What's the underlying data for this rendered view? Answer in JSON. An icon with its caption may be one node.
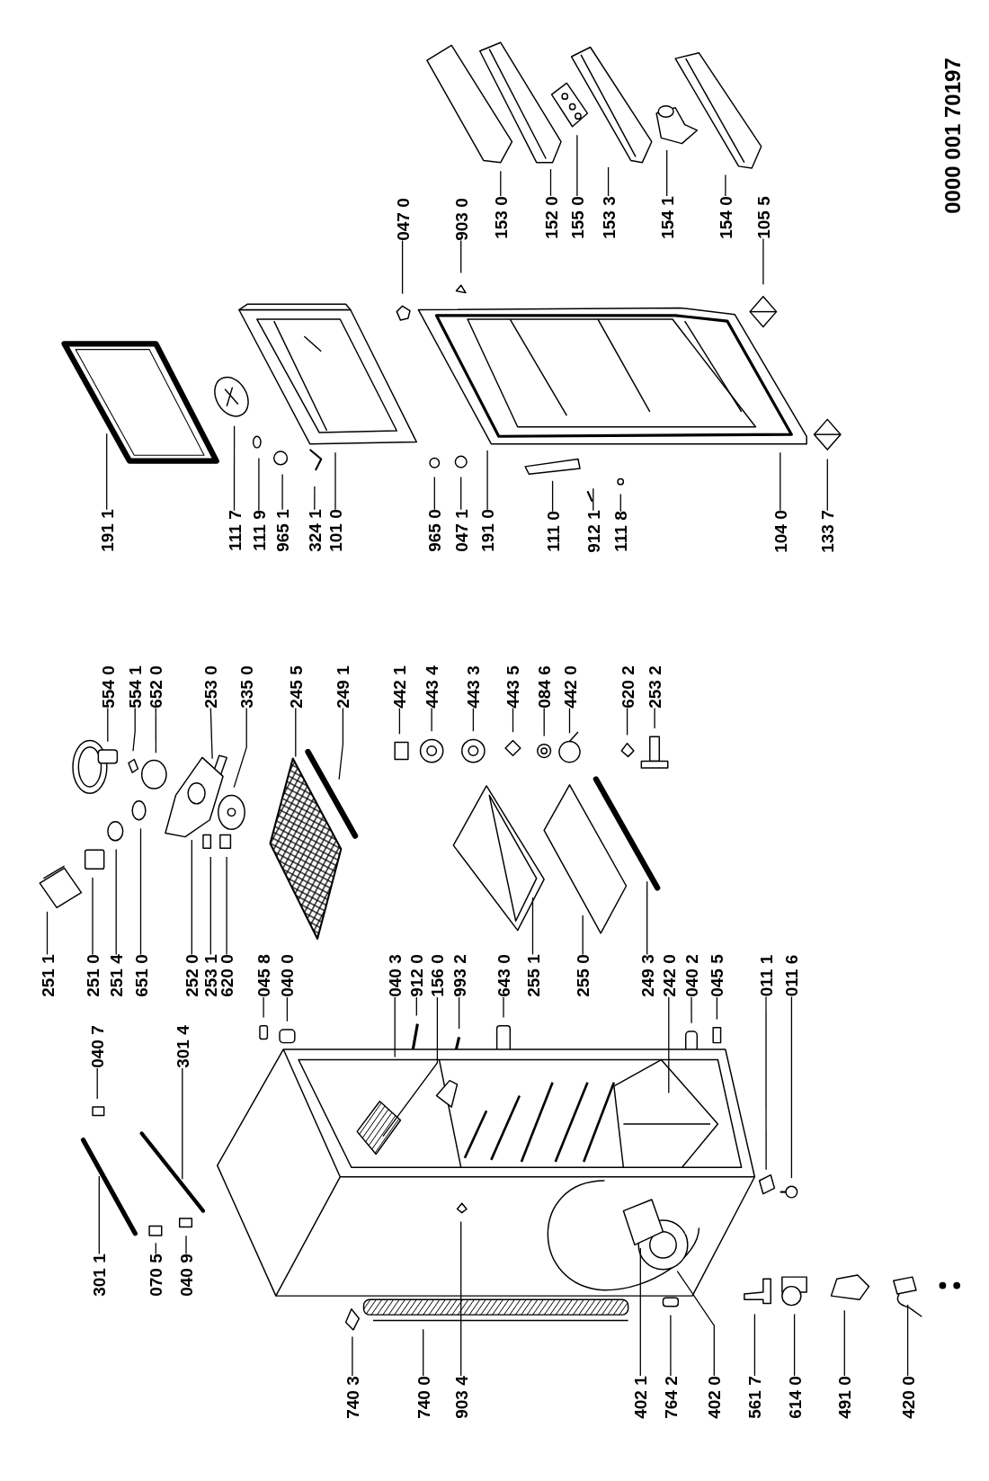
{
  "diagram": {
    "nodes": [
      {
        "text": [
          "191 1"
        ]
      },
      {
        "text": [
          "111 7"
        ]
      },
      {
        "text": [
          "111 9"
        ]
      },
      {
        "text": [
          "965 1"
        ]
      },
      {
        "text": [
          "324 1"
        ]
      },
      {
        "text": [
          "101 0"
        ]
      },
      {
        "text": [
          "965 0"
        ]
      },
      {
        "text": [
          "047 1"
        ]
      },
      {
        "text": [
          "191 0"
        ]
      },
      {
        "text": [
          "111 0"
        ]
      },
      {
        "text": [
          "912 1"
        ]
      },
      {
        "text": [
          "111 8"
        ]
      },
      {
        "text": [
          "104 0"
        ]
      },
      {
        "text": [
          "133 7"
        ]
      },
      {
        "text": [
          "047 0"
        ]
      },
      {
        "text": [
          "903 0"
        ]
      },
      {
        "text": [
          "153 0"
        ]
      },
      {
        "text": [
          "152 0"
        ]
      },
      {
        "text": [
          "155 0"
        ]
      },
      {
        "text": [
          "153 3"
        ]
      },
      {
        "text": [
          "154 1"
        ]
      },
      {
        "text": [
          "154 0"
        ]
      },
      {
        "text": [
          "105 5"
        ]
      },
      {
        "text": [
          "554 0"
        ]
      },
      {
        "text": [
          "554 1"
        ]
      },
      {
        "text": [
          "652 0"
        ]
      },
      {
        "text": [
          "253 0"
        ]
      },
      {
        "text": [
          "335 0"
        ]
      },
      {
        "text": [
          "245 5"
        ]
      },
      {
        "text": [
          "249 1"
        ]
      },
      {
        "text": [
          "442 1"
        ]
      },
      {
        "text": [
          "443 4"
        ]
      },
      {
        "text": [
          "443 3"
        ]
      },
      {
        "text": [
          "443 5"
        ]
      },
      {
        "text": [
          "084 6"
        ]
      },
      {
        "text": [
          "442 0"
        ]
      },
      {
        "text": [
          "620 2"
        ]
      },
      {
        "text": [
          "253 2"
        ]
      },
      {
        "text": [
          "251 1"
        ]
      },
      {
        "text": [
          "251 0"
        ]
      },
      {
        "text": [
          "251 4"
        ]
      },
      {
        "text": [
          "651 0"
        ]
      },
      {
        "text": [
          "252 0"
        ]
      },
      {
        "text": [
          "253 1"
        ]
      },
      {
        "text": [
          "620 0"
        ]
      },
      {
        "text": [
          "045 8"
        ]
      },
      {
        "text": [
          "040 0"
        ]
      },
      {
        "text": [
          "040 3"
        ]
      },
      {
        "text": [
          "912 0"
        ]
      },
      {
        "text": [
          "156 0"
        ]
      },
      {
        "text": [
          "993 2"
        ]
      },
      {
        "text": [
          "643 0"
        ]
      },
      {
        "text": [
          "255 1"
        ]
      },
      {
        "text": [
          "255 0"
        ]
      },
      {
        "text": [
          "249 3"
        ]
      },
      {
        "text": [
          "242 0"
        ]
      },
      {
        "text": [
          "040 2"
        ]
      },
      {
        "text": [
          "045 5"
        ]
      },
      {
        "text": [
          "011 1"
        ]
      },
      {
        "text": [
          "011 6"
        ]
      },
      {
        "text": [
          "301 1"
        ]
      },
      {
        "text": [
          "070 5"
        ]
      },
      {
        "text": [
          "040 9"
        ]
      },
      {
        "text": [
          "040 7"
        ]
      },
      {
        "text": [
          "301 4"
        ]
      },
      {
        "text": [
          "740 3"
        ]
      },
      {
        "text": [
          "740 0"
        ]
      },
      {
        "text": [
          "903 4"
        ]
      },
      {
        "text": [
          "402 1"
        ]
      },
      {
        "text": [
          "764 2"
        ]
      },
      {
        "text": [
          "402 0"
        ]
      },
      {
        "text": [
          "561 7"
        ]
      },
      {
        "text": [
          "614 0"
        ]
      },
      {
        "text": [
          "491 0"
        ]
      },
      {
        "text": [
          "420 0"
        ]
      }
    ],
    "edges": [
      {
        "from": 0,
        "to": null,
        "arrow": "none"
      },
      {
        "from": 1,
        "to": null,
        "arrow": "none"
      },
      {
        "from": 2,
        "to": null,
        "arrow": "none"
      },
      {
        "from": 3,
        "to": null,
        "arrow": "none"
      },
      {
        "from": 4,
        "to": null,
        "arrow": "none"
      },
      {
        "from": 5,
        "to": null,
        "arrow": "none"
      },
      {
        "from": 6,
        "to": null,
        "arrow": "none"
      },
      {
        "from": 7,
        "to": null,
        "arrow": "none"
      },
      {
        "from": 8,
        "to": null,
        "arrow": "none"
      },
      {
        "from": 9,
        "to": null,
        "arrow": "none"
      },
      {
        "from": 10,
        "to": null,
        "arrow": "none"
      },
      {
        "from": 11,
        "to": null,
        "arrow": "none"
      },
      {
        "from": 12,
        "to": null,
        "arrow": "none"
      },
      {
        "from": 13,
        "to": null,
        "arrow": "none"
      },
      {
        "from": 14,
        "to": null,
        "arrow": "none"
      },
      {
        "from": 15,
        "to": null,
        "arrow": "none"
      },
      {
        "from": 16,
        "to": null,
        "arrow": "none"
      },
      {
        "from": 17,
        "to": null,
        "arrow": "none"
      },
      {
        "from": 18,
        "to": null,
        "arrow": "none"
      },
      {
        "from": 19,
        "to": null,
        "arrow": "none"
      },
      {
        "from": 20,
        "to": null,
        "arrow": "none"
      },
      {
        "from": 21,
        "to": null,
        "arrow": "none"
      },
      {
        "from": 22,
        "to": null,
        "arrow": "none"
      },
      {
        "from": 23,
        "to": null,
        "arrow": "none"
      },
      {
        "from": 24,
        "to": null,
        "arrow": "none"
      },
      {
        "from": 25,
        "to": null,
        "arrow": "none"
      },
      {
        "from": 26,
        "to": null,
        "arrow": "none"
      },
      {
        "from": 27,
        "to": null,
        "arrow": "none"
      },
      {
        "from": 28,
        "to": null,
        "arrow": "none"
      },
      {
        "from": 29,
        "to": null,
        "arrow": "none"
      },
      {
        "from": 30,
        "to": null,
        "arrow": "none"
      },
      {
        "from": 31,
        "to": null,
        "arrow": "none"
      },
      {
        "from": 32,
        "to": null,
        "arrow": "none"
      },
      {
        "from": 33,
        "to": null,
        "arrow": "none"
      },
      {
        "from": 34,
        "to": null,
        "arrow": "none"
      },
      {
        "from": 35,
        "to": null,
        "arrow": "none"
      },
      {
        "from": 36,
        "to": null,
        "arrow": "none"
      },
      {
        "from": 37,
        "to": null,
        "arrow": "none"
      },
      {
        "from": 38,
        "to": null,
        "arrow": "none"
      },
      {
        "from": 39,
        "to": null,
        "arrow": "none"
      },
      {
        "from": 40,
        "to": null,
        "arrow": "none"
      },
      {
        "from": 41,
        "to": null,
        "arrow": "none"
      },
      {
        "from": 42,
        "to": null,
        "arrow": "none"
      },
      {
        "from": 43,
        "to": null,
        "arrow": "none"
      },
      {
        "from": 44,
        "to": null,
        "arrow": "none"
      },
      {
        "from": 45,
        "to": null,
        "arrow": "none"
      },
      {
        "from": 46,
        "to": null,
        "arrow": "none"
      },
      {
        "from": 47,
        "to": null,
        "arrow": "none"
      },
      {
        "from": 48,
        "to": null,
        "arrow": "none"
      },
      {
        "from": 49,
        "to": null,
        "arrow": "none"
      },
      {
        "from": 50,
        "to": null,
        "arrow": "none"
      },
      {
        "from": 51,
        "to": null,
        "arrow": "none"
      },
      {
        "from": 52,
        "to": null,
        "arrow": "none"
      },
      {
        "from": 53,
        "to": null,
        "arrow": "none"
      },
      {
        "from": 54,
        "to": null,
        "arrow": "none"
      },
      {
        "from": 55,
        "to": null,
        "arrow": "none"
      },
      {
        "from": 56,
        "to": null,
        "arrow": "none"
      },
      {
        "from": 57,
        "to": null,
        "arrow": "none"
      },
      {
        "from": 58,
        "to": null,
        "arrow": "none"
      },
      {
        "from": 59,
        "to": null,
        "arrow": "none"
      },
      {
        "from": 60,
        "to": null,
        "arrow": "none"
      },
      {
        "from": 61,
        "to": null,
        "arrow": "none"
      },
      {
        "from": 62,
        "to": null,
        "arrow": "none"
      },
      {
        "from": 63,
        "to": null,
        "arrow": "none"
      },
      {
        "from": 64,
        "to": null,
        "arrow": "none"
      },
      {
        "from": 65,
        "to": null,
        "arrow": "none"
      },
      {
        "from": 66,
        "to": null,
        "arrow": "none"
      },
      {
        "from": 67,
        "to": null,
        "arrow": "none"
      },
      {
        "from": 68,
        "to": null,
        "arrow": "none"
      },
      {
        "from": 69,
        "to": null,
        "arrow": "none"
      },
      {
        "from": 70,
        "to": null,
        "arrow": "none"
      },
      {
        "from": 71,
        "to": null,
        "arrow": "none"
      },
      {
        "from": 72,
        "to": null,
        "arrow": "none"
      },
      {
        "from": 73,
        "to": null,
        "arrow": "none"
      },
      {
        "from": 74,
        "to": null,
        "arrow": "none"
      }
    ],
    "labels": [
      "0000 001 70197"
    ]
  }
}
